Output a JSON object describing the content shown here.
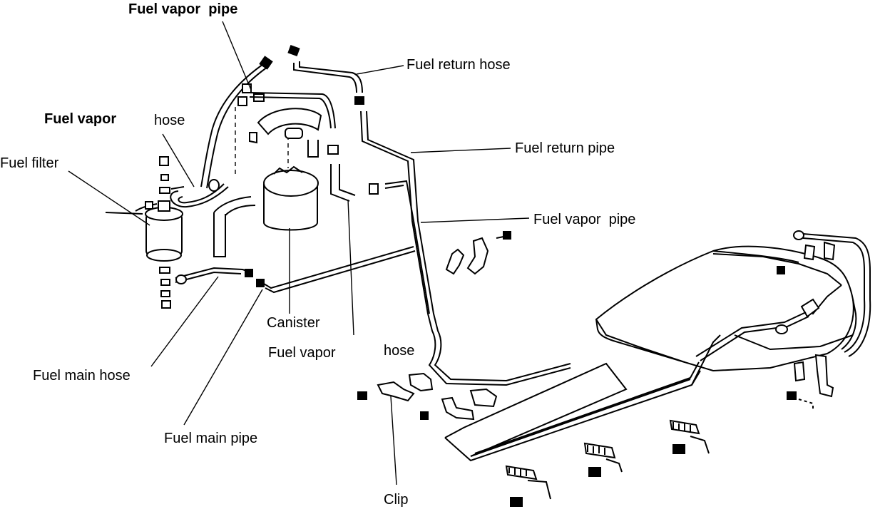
{
  "labels": {
    "fuel_vapor_pipe_top": "Fuel vapor  pipe",
    "fuel_return_hose": "Fuel return hose",
    "fuel_vapor_hose_left_a": "Fuel vapor",
    "fuel_vapor_hose_left_b": "hose",
    "fuel_filter": "Fuel filter",
    "fuel_return_pipe": "Fuel return pipe",
    "fuel_vapor_pipe_right": "Fuel vapor  pipe",
    "canister": "Canister",
    "fuel_vapor_hose_mid_a": "Fuel vapor",
    "fuel_vapor_hose_mid_b": "hose",
    "fuel_main_hose": "Fuel main hose",
    "fuel_main_pipe": "Fuel main pipe",
    "clip": "Clip"
  }
}
